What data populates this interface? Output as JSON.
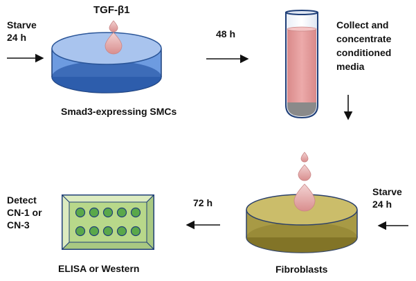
{
  "step1": {
    "starve": [
      "Starve",
      "24 h"
    ],
    "treatment": "TGF-β1",
    "cells": "Smad3-expressing SMCs"
  },
  "step2": {
    "duration": "48 h",
    "action": [
      "Collect and",
      "concentrate",
      "conditioned",
      "media"
    ]
  },
  "step3": {
    "starve": [
      "Starve",
      "24 h"
    ],
    "cells": "Fibroblasts"
  },
  "step4": {
    "duration": "72 h",
    "detect": [
      "Detect",
      "CN-1 or",
      "CN-3"
    ],
    "assay": "ELISA or Western"
  },
  "colors": {
    "dish_blue": "#5b8fd6",
    "tube_media": "#e8a0a0",
    "dish_olive": "#9a8a3a",
    "plate_green": "#b8d88a",
    "well_green": "#5aa84a",
    "drop": "#e6a8a8"
  }
}
